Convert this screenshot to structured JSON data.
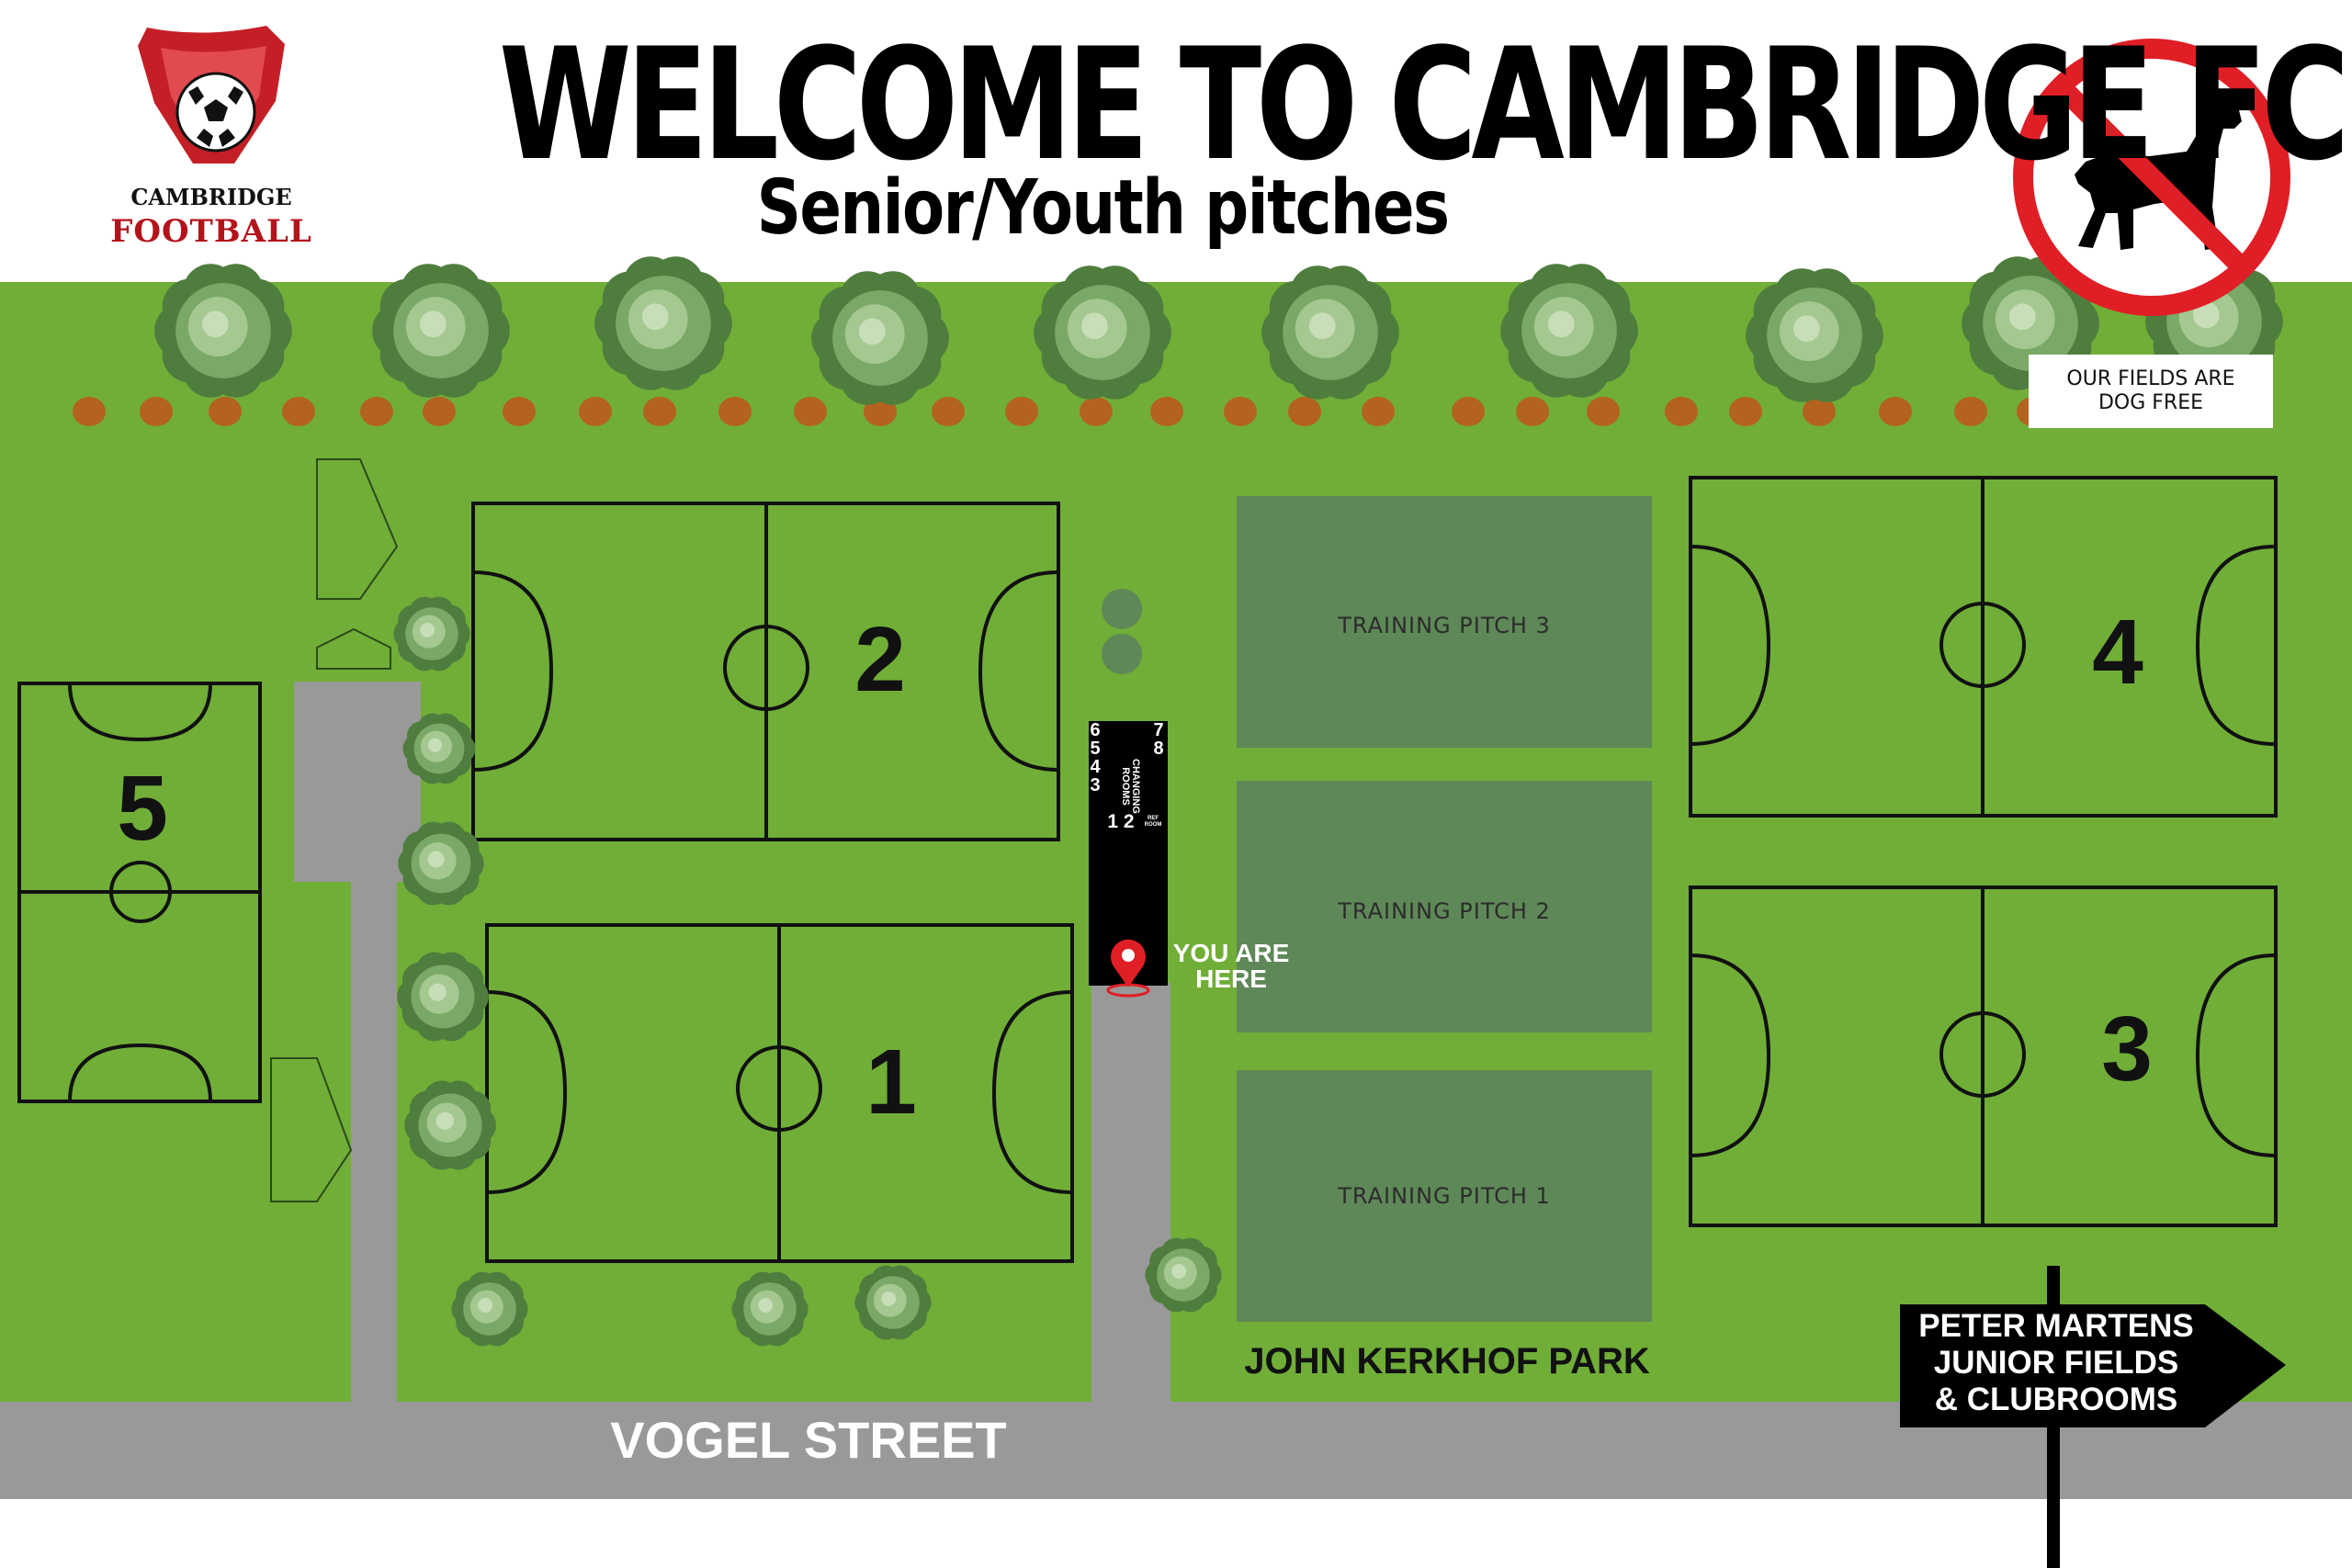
{
  "header": {
    "title": "WELCOME TO CAMBRIDGE FC",
    "subtitle": "Senior/Youth pitches"
  },
  "logo": {
    "line1": "CAMBRIDGE",
    "line2": "FOOTBALL",
    "icon": "football-shield-icon"
  },
  "dog_notice": {
    "icon": "no-dogs-icon",
    "text_line1": "OUR FIELDS ARE",
    "text_line2": "DOG FREE"
  },
  "pitches": [
    {
      "number": "1"
    },
    {
      "number": "2"
    },
    {
      "number": "3"
    },
    {
      "number": "4"
    },
    {
      "number": "5"
    }
  ],
  "training_pitches": [
    {
      "label": "TRAINING PITCH 3"
    },
    {
      "label": "TRAINING PITCH 2"
    },
    {
      "label": "TRAINING PITCH 1"
    }
  ],
  "changing_rooms": {
    "label_line1": "CHANGING",
    "label_line2": "ROOMS",
    "left_numbers": [
      "6",
      "5",
      "4",
      "3"
    ],
    "right_numbers": [
      "7",
      "8"
    ],
    "bottom_numbers": "1 2",
    "ref_line1": "REF",
    "ref_line2": "ROOM"
  },
  "you_are_here": {
    "line1": "YOU ARE",
    "line2": "HERE",
    "icon": "location-pin-icon"
  },
  "street": "VOGEL STREET",
  "park": "JOHN KERKHOF PARK",
  "direction_sign": {
    "line1": "PETER MARTENS",
    "line2": "JUNIOR FIELDS",
    "line3": "& CLUBROOMS",
    "icon": "arrow-right-sign-icon"
  },
  "colors": {
    "grass": "#70ae38",
    "training_pitch": "#5e8857",
    "path": "#999999",
    "fence_dots": "#b4621f",
    "logo_red": "#c41f26",
    "no_dogs_red": "#e01e26",
    "sign_black": "#000000"
  }
}
